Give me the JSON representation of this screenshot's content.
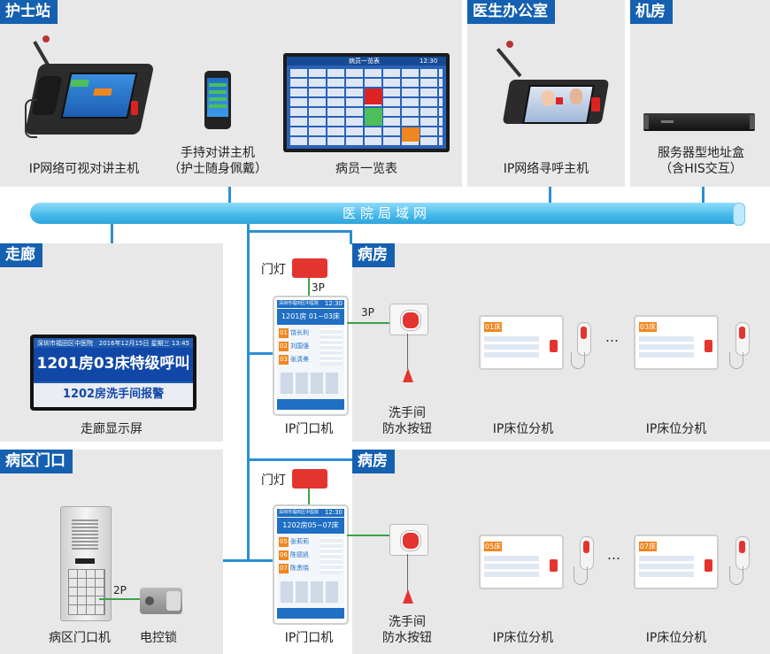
{
  "sections": {
    "nurse_station": "护士站",
    "doctor_office": "医生办公室",
    "machine_room": "机房",
    "corridor": "走廊",
    "ward_door": "病区门口",
    "ward_1": "病房",
    "ward_2": "病房"
  },
  "network_label": "医院局域网",
  "devices": {
    "ip_video_host": "IP网络可视对讲主机",
    "handheld_line1": "手持对讲主机",
    "handheld_line2": "（护士随身佩戴）",
    "patient_board": "病员一览表",
    "paging_host": "IP网络寻呼主机",
    "server_line1": "服务器型地址盒",
    "server_line2": "（含HIS交互）",
    "corridor_display": "走廊显示屏",
    "door_unit_1": "IP门口机",
    "door_unit_2": "IP门口机",
    "door_light_1": "门灯",
    "door_light_2": "门灯",
    "washroom_1_line1": "洗手间",
    "washroom_1_line2": "防水按钮",
    "washroom_2_line1": "洗手间",
    "washroom_2_line2": "防水按钮",
    "bed_1a": "IP床位分机",
    "bed_1b": "IP床位分机",
    "bed_2a": "IP床位分机",
    "bed_2b": "IP床位分机",
    "ward_door_unit": "病区门口机",
    "electric_lock": "电控锁",
    "ellipsis_1": "…",
    "ellipsis_2": "…"
  },
  "wiring": {
    "light_wire_1": "3P",
    "button_wire_1": "3P",
    "lock_wire": "2P"
  },
  "corridor_screen": {
    "header_hospital": "深圳市福田区中医院",
    "header_date": "2016年12月15日 星期三 13:45",
    "line1": "1201房03床特级呼叫",
    "line2": "1202房洗手间报警"
  },
  "door_screen_1": {
    "header": "深圳市福田区中医院",
    "time": "12:30",
    "room": "1201房 01~03床",
    "patients": [
      {
        "num": "01",
        "name": "饶长利"
      },
      {
        "num": "02",
        "name": "刘国强"
      },
      {
        "num": "03",
        "name": "张清美"
      }
    ]
  },
  "door_screen_2": {
    "header": "深圳市福田区中医院",
    "time": "12:30",
    "room": "1202房05~07床",
    "patients": [
      {
        "num": "05",
        "name": "张莉莉"
      },
      {
        "num": "06",
        "name": "陈德凯"
      },
      {
        "num": "07",
        "name": "陈贵晓"
      }
    ]
  },
  "bed_screens": {
    "bed_1a_num": "01床",
    "bed_1b_num": "03床",
    "bed_2a_num": "05床",
    "bed_2b_num": "07床"
  },
  "board_screen": {
    "title": "病员一览表",
    "time": "12:30"
  },
  "colors": {
    "section_tag": "#1560b0",
    "network": "#5bc4f0",
    "link": "#2a8fd6",
    "door_light": "#e3342f",
    "wire": "#39a24a"
  }
}
